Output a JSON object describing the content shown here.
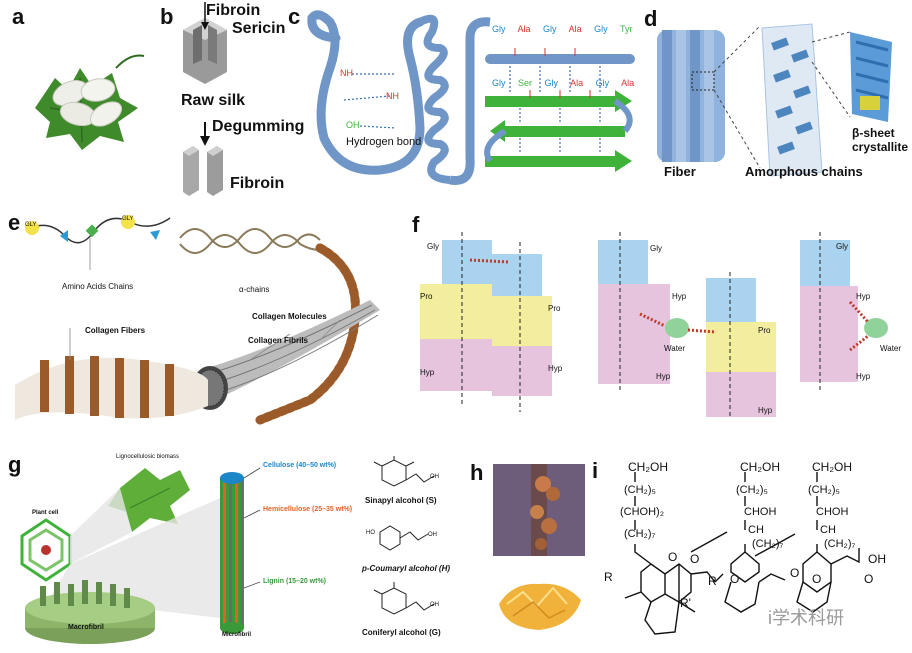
{
  "colors": {
    "leaf": "#3f8a2a",
    "cocoon": "#efefe9",
    "fiber_blue": "#6f96c6",
    "sheet_green": "#3fb23a",
    "gly_blue": "#a9d3ee",
    "pro_yellow": "#f2ee9e",
    "hyp_pink": "#e6c4de",
    "water_green": "#8fd39a",
    "collagen_brown": "#9a5a2a",
    "cellulose_blue": "#1b86c8",
    "hemicellulose_orange": "#e2612b",
    "lignin_green": "#3a9a3a",
    "shellac_amber": "#f0b23a"
  },
  "panels": {
    "a": {
      "label": "a"
    },
    "b": {
      "label": "b",
      "fibroin_top": "Fibroin",
      "sericin": "Sericin",
      "raw_silk": "Raw silk",
      "degumming": "Degumming",
      "fibroin_bottom": "Fibroin"
    },
    "c": {
      "label": "c",
      "nh_1": "NH",
      "nh_2": "NH",
      "oh": "OH",
      "hydrogen_bond": "Hydrogen bond",
      "row1": [
        "Gly",
        "Ala",
        "Gly",
        "Ala",
        "Gly",
        "Tyr"
      ],
      "row2": [
        "Gly",
        "Ser",
        "Gly",
        "Ala",
        "Gly",
        "Ala"
      ]
    },
    "d": {
      "label": "d",
      "fiber": "Fiber",
      "amorphous": "Amorphous chains",
      "beta_sheet": "β-sheet\ncrystallite"
    },
    "e": {
      "label": "e",
      "amino_acids": "Amino Acids Chains",
      "alpha_chains": "α-chains",
      "collagen_molecules": "Collagen Molecules",
      "collagen_fibrils": "Collagen Fibrils",
      "collagen_fibers": "Collagen Fibers",
      "bead_1": "GLY",
      "bead_2": "GLY"
    },
    "f": {
      "label": "f",
      "gly": "Gly",
      "pro": "Pro",
      "hyp": "Hyp",
      "water": "Water"
    },
    "g": {
      "label": "g",
      "lignocellulosic": "Lignocellulosic biomass",
      "plant_cell": "Plant cell",
      "macrofibril": "Macrofibril",
      "microfibril": "Microfibril",
      "cellulose": "Cellulose (40–50 wt%)",
      "hemicellulose": "Hemicellulose (25–35 wt%)",
      "lignin": "Lignin (15–20 wt%)",
      "sinapyl": "Sinapyl alcohol (S)",
      "coumaryl": "p-Coumaryl alcohol (H)",
      "coniferyl": "Coniferyl alcohol (G)",
      "oh": "OH",
      "ho": "HO"
    },
    "h": {
      "label": "h"
    },
    "i": {
      "label": "i",
      "ch2oh": "CH₂OH",
      "ch2_5": "(CH₂)₅",
      "choh_2": "(CHOH)₂",
      "ch2_7": "(CH₂)₇",
      "choh": "CHOH",
      "ch": "CH",
      "o": "O",
      "oh": "OH",
      "r": "R",
      "r_prime": "R'",
      "watermark": "i学术科研"
    }
  }
}
